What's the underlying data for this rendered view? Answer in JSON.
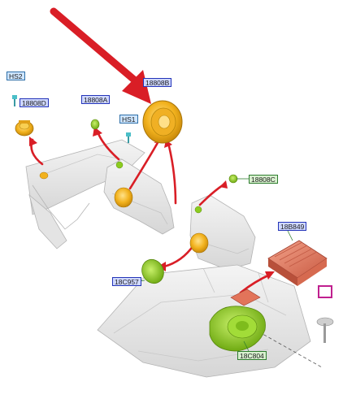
{
  "callouts": {
    "hs2": "HS2",
    "c18808d": "18808D",
    "c18808a": "18808A",
    "hs1": "HS1",
    "c18808b": "18808B",
    "c18808c": "18808C",
    "c18b849": "18B849",
    "c18c957": "18C957",
    "c18c804": "18C804"
  },
  "colors": {
    "pointer_arrow": "#d91e26",
    "speaker_orange": "#f2b21e",
    "woofer_green": "#8ccc1f",
    "amplifier_copper": "#e2745a",
    "callout_blue_border": "#2434b8",
    "callout_green_border": "#2e7d2e",
    "highlight_pink": "#c0208f",
    "hardware_teal": "#4bbfc8"
  }
}
